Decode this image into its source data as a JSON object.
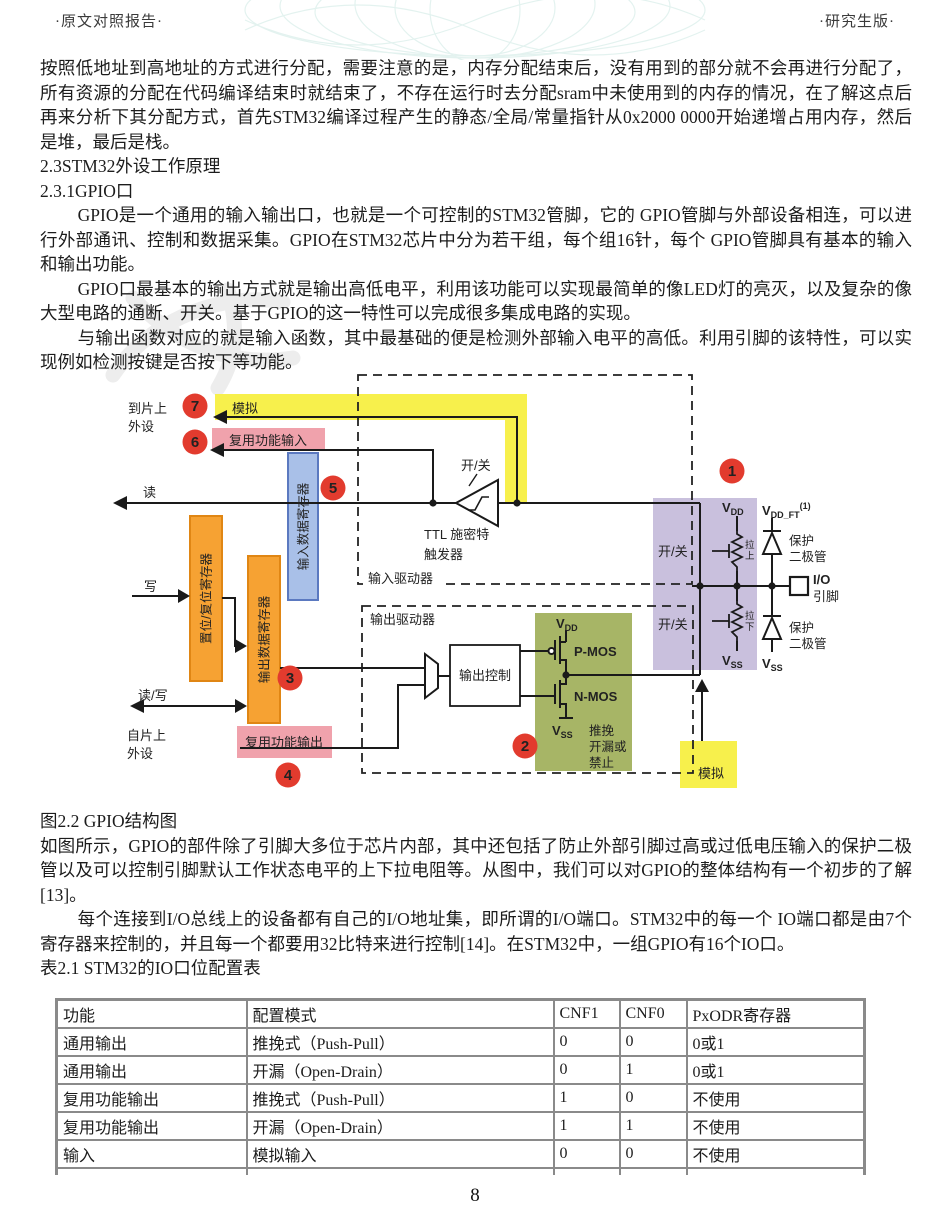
{
  "page": {
    "header_left": "·原文对照报告·",
    "header_right": "·研究生版·",
    "page_number": "8"
  },
  "content": {
    "para1": "按照低地址到高地址的方式进行分配，需要注意的是，内存分配结束后，没有用到的部分就不会再进行分配了，所有资源的分配在代码编译结束时就结束了，不存在运行时去分配sram中未使用到的内存的情况，在了解这点后再来分析下其分配方式，首先STM32编译过程产生的静态/全局/常量指针从0x2000 0000开始递增占用内存，然后是堆，最后是栈。",
    "heading_2_3": "2.3STM32外设工作原理",
    "heading_2_3_1": "2.3.1GPIO口",
    "para2": "GPIO是一个通用的输入输出口，也就是一个可控制的STM32管脚，它的 GPIO管脚与外部设备相连，可以进行外部通讯、控制和数据采集。GPIO在STM32芯片中分为若干组，每个组16针，每个 GPIO管脚具有基本的输入和输出功能。",
    "para3": "GPIO口最基本的输出方式就是输出高低电平，利用该功能可以实现最简单的像LED灯的亮灭，以及复杂的像大型电路的通断、开关。基于GPIO的这一特性可以完成很多集成电路的实现。",
    "para4": "与输出函数对应的就是输入函数，其中最基础的便是检测外部输入电平的高低。利用引脚的该特性，可以实现例如检测按键是否按下等功能。",
    "figure_caption": "图2.2 GPIO结构图",
    "para5": "如图所示，GPIO的部件除了引脚大多位于芯片内部，其中还包括了防止外部引脚过高或过低电压输入的保护二极管以及可以控制引脚默认工作状态电平的上下拉电阻等。从图中，我们可以对GPIO的整体结构有一个初步的了解[13]。",
    "para6": "每个连接到I/O总线上的设备都有自己的I/O地址集，即所谓的I/O端口。STM32中的每一个 IO端口都是由7个寄存器来控制的，并且每一个都要用32比特来进行控制[14]。在STM32中，一组GPIO有16个IO口。",
    "table_caption": "表2.1 STM32的IO口位配置表"
  },
  "figure": {
    "callouts": {
      "c1": "1",
      "c2": "2",
      "c3": "3",
      "c4": "4",
      "c5": "5",
      "c6": "6",
      "c7": "7"
    },
    "labels": {
      "to_onchip_1": "到片上",
      "to_onchip_2": "外设",
      "from_onchip_1": "自片上",
      "from_onchip_2": "外设",
      "analog_top": "模拟",
      "analog_bottom": "模拟",
      "af_input": "复用功能输入",
      "af_output": "复用功能输出",
      "read": "读",
      "write": "写",
      "read_write": "读/写",
      "input_data_register": "输入数据寄存器",
      "bit_set_reset_register": "置位/复位寄存器",
      "output_data_register": "输出数据寄存器",
      "onoff_trigger": "开/关",
      "onoff_up": "开/关",
      "onoff_down": "开/关",
      "ttl_1": "TTL 施密特",
      "ttl_2": "触发器",
      "input_driver": "输入驱动器",
      "output_driver": "输出驱动器",
      "output_control": "输出控制",
      "pmos": "P-MOS",
      "nmos": "N-MOS",
      "mode_1": "推挽",
      "mode_2": "开漏或",
      "mode_3": "禁止",
      "pull_up_1": "拉",
      "pull_up_2": "上",
      "pull_down_1": "拉",
      "pull_down_2": "下",
      "protect_up_1": "保护",
      "protect_up_2": "二极管",
      "protect_down_1": "保护",
      "protect_down_2": "二极管",
      "io_1": "I/O",
      "io_2": "引脚",
      "v": "V",
      "sub_dd": "DD",
      "sub_ss": "SS",
      "sub_ddft": "DD_FT",
      "sup_note": "(1)"
    },
    "colors": {
      "yellow": "#f7f04c",
      "pink": "#f0a2ac",
      "blue": "#a9c0e8",
      "orange": "#f6a233",
      "purple": "#c9c0dd",
      "green": "#a7b566",
      "red": "#e23b2e"
    }
  },
  "table": {
    "headers": [
      "功能",
      "配置模式",
      "CNF1",
      "CNF0",
      "PxODR寄存器"
    ],
    "rows": [
      [
        "通用输出",
        "推挽式（Push-Pull）",
        "0",
        "0",
        "0或1"
      ],
      [
        "通用输出",
        "开漏（Open-Drain）",
        "0",
        "1",
        "0或1"
      ],
      [
        "复用功能输出",
        "推挽式（Push-Pull）",
        "1",
        "0",
        "不使用"
      ],
      [
        "复用功能输出",
        "开漏（Open-Drain）",
        "1",
        "1",
        "不使用"
      ],
      [
        "输入",
        "模拟输入",
        "0",
        "0",
        "不使用"
      ],
      [
        "",
        "",
        "",
        "",
        ""
      ]
    ]
  }
}
